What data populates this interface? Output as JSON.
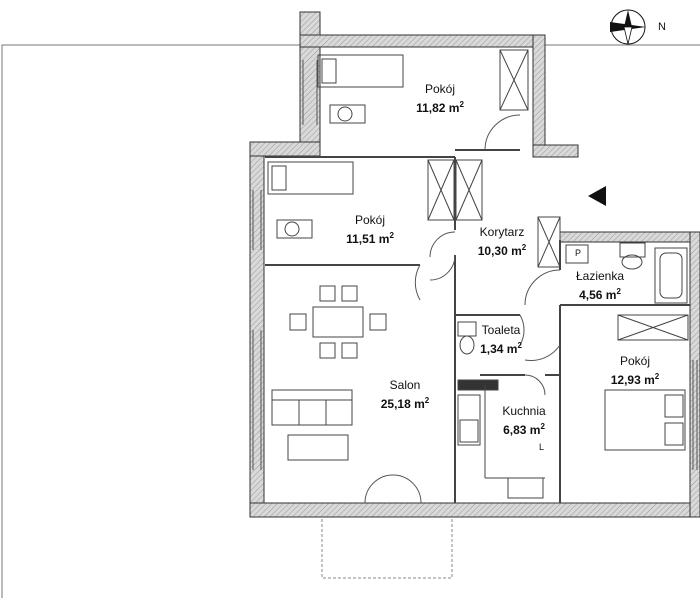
{
  "rooms": [
    {
      "id": "pokoj-1",
      "name": "Pokój",
      "area": "11,82 m",
      "unit_sup": "2"
    },
    {
      "id": "pokoj-2",
      "name": "Pokój",
      "area": "11,51 m",
      "unit_sup": "2"
    },
    {
      "id": "korytarz",
      "name": "Korytarz",
      "area": "10,30 m",
      "unit_sup": "2"
    },
    {
      "id": "lazienka",
      "name": "Łazienka",
      "area": "4,56 m",
      "unit_sup": "2"
    },
    {
      "id": "toaleta",
      "name": "Toaleta",
      "area": "1,34 m",
      "unit_sup": "2"
    },
    {
      "id": "salon",
      "name": "Salon",
      "area": "25,18 m",
      "unit_sup": "2"
    },
    {
      "id": "kuchnia",
      "name": "Kuchnia",
      "area": "6,83 m",
      "unit_sup": "2"
    },
    {
      "id": "pokoj-3",
      "name": "Pokój",
      "area": "12,93 m",
      "unit_sup": "2"
    }
  ],
  "compass": {
    "north_label": "N"
  },
  "fixture_labels": {
    "bathroom_p": "P",
    "kitchen_l": "L"
  },
  "colors": {
    "wall_fill": "#c8c8c8",
    "wall_stroke": "#333333",
    "line": "#444444"
  }
}
